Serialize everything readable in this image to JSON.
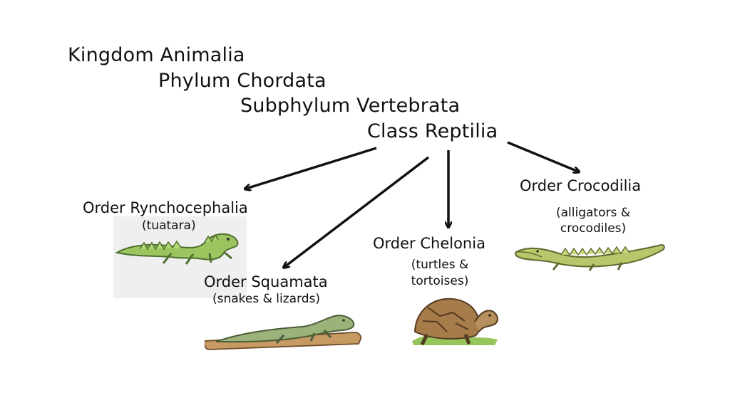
{
  "taxonomy": {
    "kingdom": "Kingdom Animalia",
    "phylum": "Phylum Chordata",
    "subphylum": "Subphylum Vertebrata",
    "class": "Class Reptilia"
  },
  "orders": [
    {
      "name": "Order Rynchocephalia",
      "examples": [
        "(tuatara)"
      ],
      "icon": "tuatara-icon"
    },
    {
      "name": "Order Squamata",
      "examples": [
        "(snakes & lizards)"
      ],
      "icon": "lizard-icon"
    },
    {
      "name": "Order Chelonia",
      "examples": [
        "(turtles &",
        "tortoises)"
      ],
      "icon": "tortoise-icon"
    },
    {
      "name": "Order Crocodilia",
      "examples": [
        "(alligators &",
        "crocodiles)"
      ],
      "icon": "crocodile-icon"
    }
  ],
  "colors": {
    "text": "#111111",
    "arrow": "#111111",
    "tuatara": "#9cc45f",
    "lizard": "#9bb37a",
    "tortoise": "#a67d4a",
    "crocodile": "#b7c76b",
    "ground": "#8bbf4a"
  }
}
